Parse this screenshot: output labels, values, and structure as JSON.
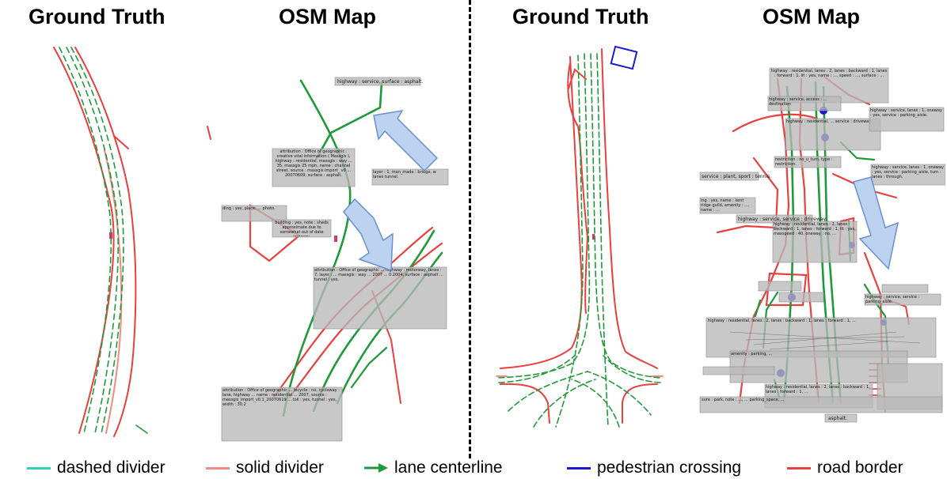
{
  "panels": [
    {
      "title": "Ground Truth"
    },
    {
      "title": "OSM Map"
    },
    {
      "title": "Ground Truth"
    },
    {
      "title": "OSM Map"
    }
  ],
  "colors": {
    "dashed_divider": "#2bd4b4",
    "solid_divider": "#f08c80",
    "lane_centerline": "#1f9a3a",
    "pedestrian_crossing": "#1a1ad0",
    "road_border": "#e8403e",
    "arrow_fill": "#bcd2ee",
    "arrow_stroke": "#6a8fd0"
  },
  "legend": [
    {
      "label": "dashed divider",
      "color": "#2bd4b4",
      "icon": "line"
    },
    {
      "label": "solid divider",
      "color": "#f08c80",
      "icon": "line"
    },
    {
      "label": "lane centerline",
      "color": "#1f9a3a",
      "icon": "arrow"
    },
    {
      "label": "pedestrian crossing",
      "color": "#1a1ad0",
      "icon": "line"
    },
    {
      "label": "road border",
      "color": "#e8403e",
      "icon": "line"
    }
  ],
  "osm_labels": {
    "left": [
      "highway : service, surface : asphalt.",
      "attribution : Office of geographic : creative vital information ( Massgis ), highway : residential, massgis : way ... 35, massgis 25 mph, name : channel street, source : massgis import_ v0 ... 20070609, surface : asphalt.",
      "layer : 1, man_made : bridge, w lanes tunnel.",
      "ding : yes, place: ... photo.",
      "building : yes, note : sheds approximate due to somewhat out of date imagery.",
      "attribution : Office of geographic ... highway : motorway, lanes : 7, layer : ... massgis : way ... 2007 ... 0.2004, surface : asphalt ... tunnel : yes.",
      "attribution : Office of geographic ... bicycle : no, cycleway : lane, highway ... name : residential ... 2007, source : massgis_import_v0.1_20070619 ... toll : yes, tunnel : yes, width : 30.2"
    ],
    "right": [
      "highway : residential, lanes : 2, lanes : backward : 1, lanes : forward : 1, lit : yes, name : ..., speed : ..., surface : ...",
      "highway : service, access : ... destination",
      "highway : residential, ... service : driveway.",
      "highway : service, lanes : 1, oneway : yes, service : parking_aisle.",
      "restriction : no_u_turn, type : restriction.",
      "service : plant, sport : tennis.",
      "highway : service, lanes : 1, oneway : yes, service : parking_aisle, turn : lanes : through.",
      "ing : yes, name : kent ridge guild, amenity : ..., name : ...",
      "highway : service, service : driveway.",
      "highway : residential, lanes : 2, lanes : backward : 1, lanes : forward : 1, lit : yes, maxspeed : 40, oneway : no, ...",
      "highway : service, service : parking_aisle.",
      "highway : residential, lanes : 2, lanes : backward : 1, lanes : forward : 1, ...",
      "amenity : parking, ...",
      "sure : park, note : ..., ... parking_space, ...",
      "highway : residential, lanes : 2, lanes : backward : 1, lanes : forward : 1, ...",
      "asphalt."
    ]
  }
}
